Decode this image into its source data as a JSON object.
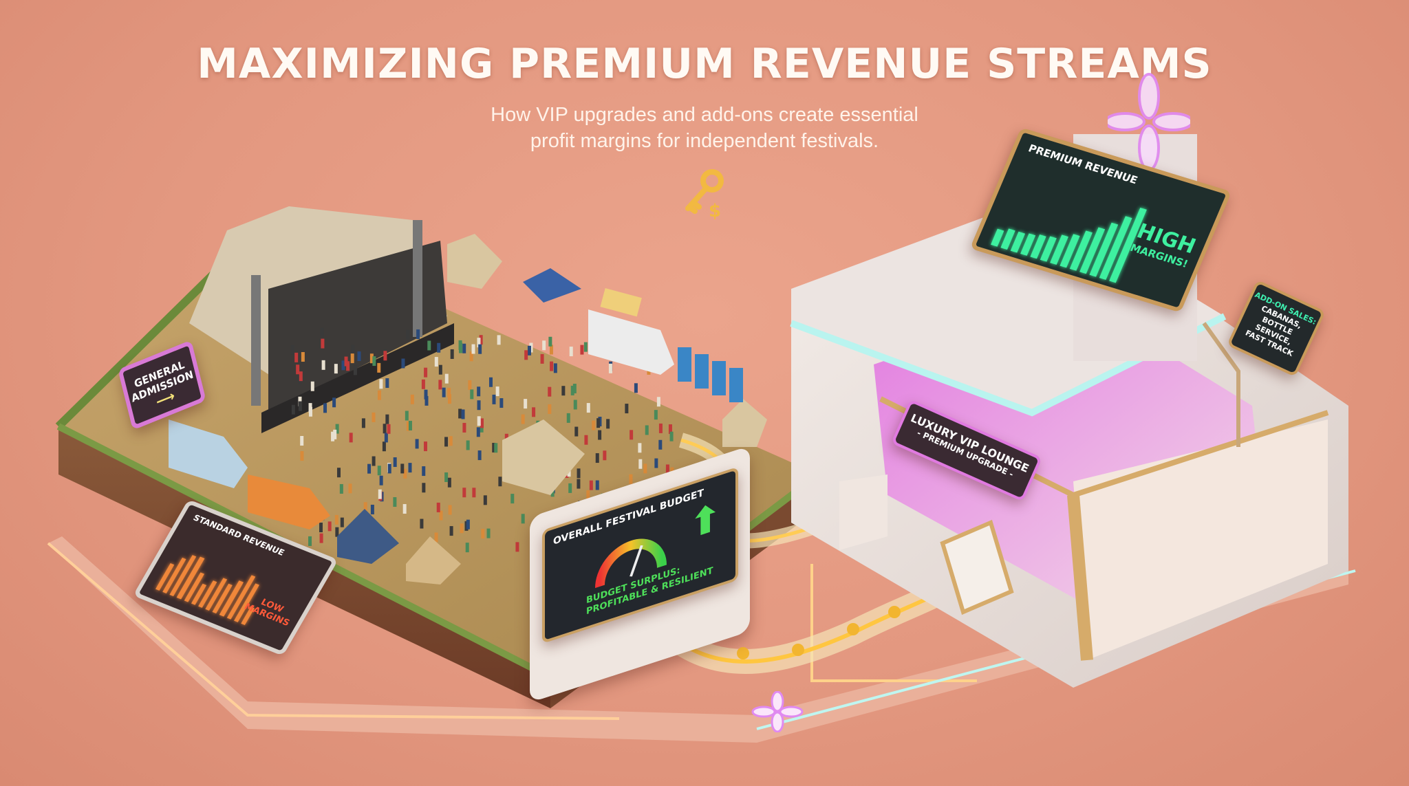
{
  "header": {
    "title": "MAXIMIZING PREMIUM REVENUE STREAMS",
    "subtitle_line1": "How VIP upgrades and add-ons create essential",
    "subtitle_line2": "profit margins for independent festivals."
  },
  "icons": {
    "top": "key-dollar-icon",
    "bottom": "flower-icon",
    "rooftop": "flower-icon"
  },
  "general_admission_sign": {
    "line1": "GENERAL",
    "line2": "ADMISSION",
    "arrow": "arrow-right-icon"
  },
  "standard_revenue_panel": {
    "title": "STANDARD REVENUE",
    "note_line1": "LOW",
    "note_line2": "MARGINS",
    "bar_levels": [
      0.45,
      0.6,
      0.7,
      0.72,
      0.5,
      0.35,
      0.45,
      0.55,
      0.5,
      0.6,
      0.75,
      0.65,
      0.3
    ],
    "color": "#f0873a"
  },
  "budget_machine": {
    "title": "OVERALL FESTIVAL BUDGET",
    "status_line1": "BUDGET SURPLUS:",
    "status_line2": "PROFITABLE & RESILIENT",
    "gauge_level": 0.62,
    "color": "#4ee05a"
  },
  "premium_revenue_screen": {
    "title": "PREMIUM REVENUE",
    "note_line1": "HIGH",
    "note_line2": "MARGINS!",
    "bar_levels": [
      0.2,
      0.24,
      0.24,
      0.26,
      0.28,
      0.3,
      0.35,
      0.4,
      0.48,
      0.56,
      0.66,
      0.78,
      0.92
    ],
    "color": "#3ef0a0"
  },
  "addon_sign": {
    "title": "ADD-ON SALES:",
    "line1": "CABANAS,",
    "line2": "BOTTLE SERVICE,",
    "line3": "FAST TRACK"
  },
  "vip_sign": {
    "line1": "LUXURY VIP LOUNGE",
    "line2": "- PREMIUM UPGRADE -"
  }
}
